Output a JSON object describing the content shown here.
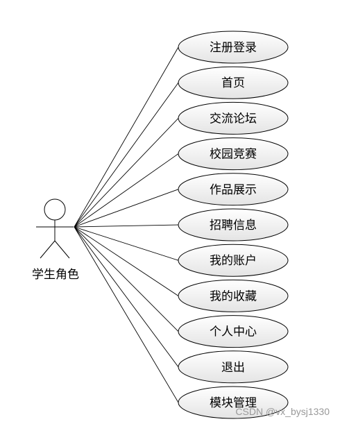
{
  "actor": {
    "label": "学生角色"
  },
  "use_cases": [
    "注册登录",
    "首页",
    "交流论坛",
    "校园竞赛",
    "作品展示",
    "招聘信息",
    "我的账户",
    "我的收藏",
    "个人中心",
    "退出",
    "模块管理"
  ],
  "watermark": "CSDN @vx_bysj1330",
  "colors": {
    "ellipse_fill_top": "#ffffff",
    "ellipse_fill_bottom": "#e6e6e6",
    "stroke": "#000000"
  }
}
